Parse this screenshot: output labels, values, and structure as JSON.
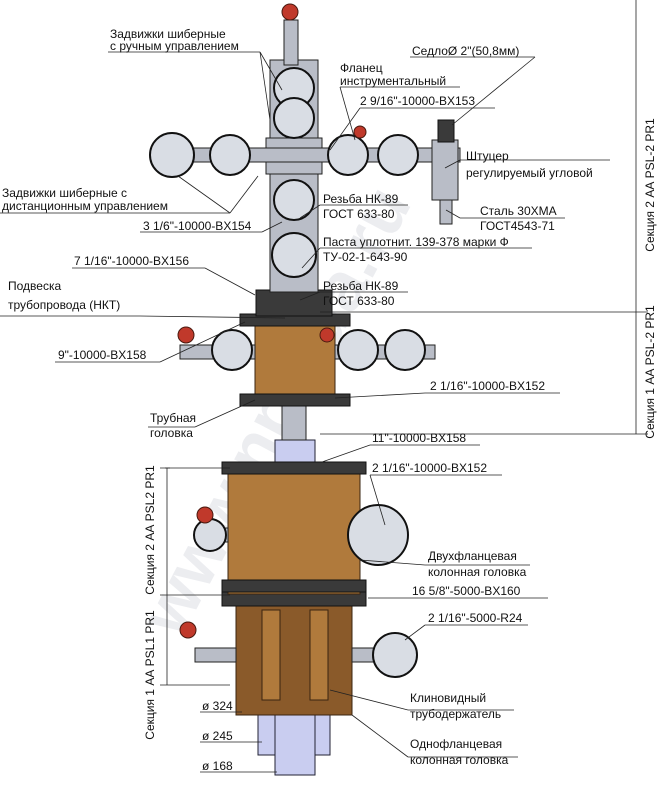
{
  "labels": {
    "gate_valves_manual_l1": "Задвижки шиберные",
    "gate_valves_manual_l2": "с ручным управлением",
    "seat": "СедлоØ 2\"(50,8мм)",
    "flange_l1": "Фланец",
    "flange_l2": "инструментальный",
    "bx153": "2 9/16\"-10000-BX153",
    "choke_l1": "Штуцер",
    "choke_l2": "регулируемый угловой",
    "gate_valves_remote_l1": "Задвижки шиберные с",
    "gate_valves_remote_l2": "дистанционным управлением",
    "thread_nk89_1": "Резьба НК-89",
    "gost633_1": "ГОСТ 633-80",
    "steel_l1": "Сталь 30ХМА",
    "steel_l2": "ГОСТ4543-71",
    "bx154": "3 1/6\"-10000-BX154",
    "paste_l1": "Паста уплотнит. 139-378 марки Ф",
    "paste_l2": "ТУ-02-1-643-90",
    "bx156": "7 1/16\"-10000-BX156",
    "thread_nk89_2": "Резьба НК-89",
    "gost633_2": "ГОСТ 633-80",
    "hanger_l1": "Подвеска",
    "hanger_l2": "трубопровода (НКТ)",
    "bx158_9": "9\"-10000-BX158",
    "bx152_top": "2 1/16\"-10000-BX152",
    "tubing_head_l1": "Трубная",
    "tubing_head_l2": "головка",
    "bx158_11": "11\"-10000-BX158",
    "bx152_mid": "2 1/16\"-10000-BX152",
    "double_flange_l1": "Двухфланцевая",
    "double_flange_l2": "колонная головка",
    "bx160": "16 5/8\"-5000-BX160",
    "r24": "2 1/16\"-5000-R24",
    "wedge_l1": "Клиновидный",
    "wedge_l2": "трубодержатель",
    "single_flange_l1": "Однофланцевая",
    "single_flange_l2": "колонная головка",
    "d324": "ø 324",
    "d245": "ø 245",
    "d168": "ø 168",
    "sec2_top": "Секция 2 АА PSL-2 PR1",
    "sec1_top": "Секция 1 АА PSL-2 PR1",
    "sec2_low": "Секция 2 АА PSL2 PR1",
    "sec1_low": "Секция 1 АА PSL1 PR1"
  },
  "watermark": "www.npz-ua.ru",
  "colors": {
    "steel": "#b9bdc7",
    "dark_steel": "#3a3a3a",
    "bronze": "#b07a3c",
    "casing_blue": "#c9cdf0",
    "valve_red": "#c0392b"
  }
}
